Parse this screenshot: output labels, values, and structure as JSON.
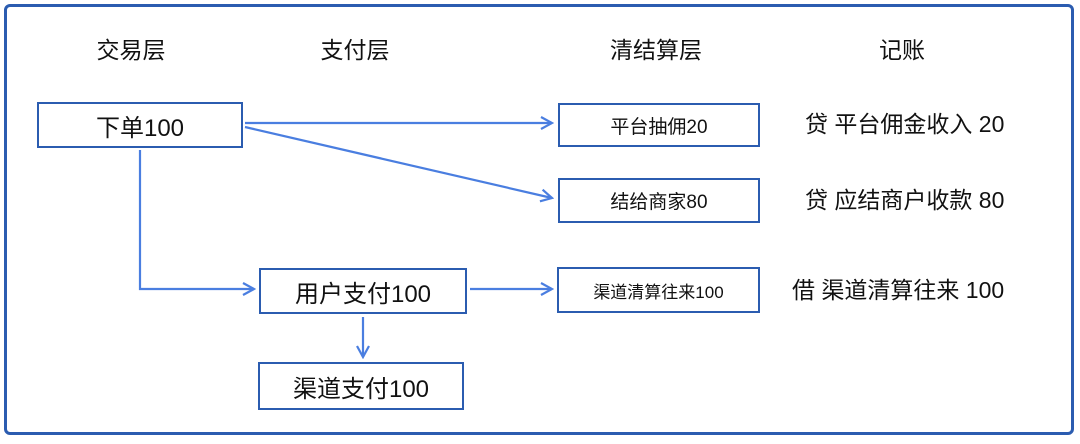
{
  "colors": {
    "frame_border": "#2b5cb0",
    "box_border": "#2b5cb0",
    "arrow": "#4a7ee0",
    "text": "#111111",
    "background": "#ffffff"
  },
  "headers": {
    "transaction_layer": "交易层",
    "payment_layer": "支付层",
    "clearing_layer": "清结算层",
    "bookkeeping": "记账"
  },
  "nodes": {
    "order": "下单100",
    "platform_commission": "平台抽佣20",
    "settle_merchant": "结给商家80",
    "user_payment": "用户支付100",
    "channel_clearing": "渠道清算往来100",
    "channel_payment": "渠道支付100"
  },
  "ledger_entries": {
    "credit_platform_commission": "贷 平台佣金收入 20",
    "credit_merchant_receivable": "贷 应结商户收款 80",
    "debit_channel_clearing": "借 渠道清算往来 100"
  }
}
